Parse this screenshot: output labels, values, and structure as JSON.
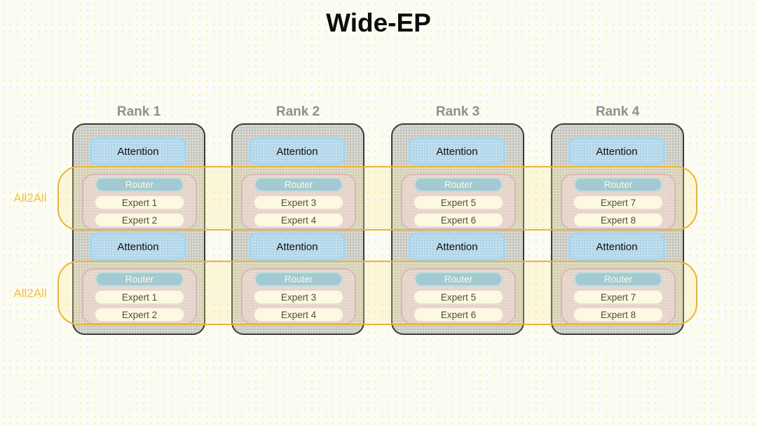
{
  "title": "Wide-EP",
  "all2all": {
    "labels": [
      "All2All",
      "All2All"
    ]
  },
  "ranks": [
    {
      "label": "Rank 1",
      "layers": [
        {
          "attention": "Attention",
          "router": "Router",
          "experts": [
            "Expert 1",
            "Expert 2"
          ]
        },
        {
          "attention": "Attention",
          "router": "Router",
          "experts": [
            "Expert 1",
            "Expert 2"
          ]
        }
      ]
    },
    {
      "label": "Rank 2",
      "layers": [
        {
          "attention": "Attention",
          "router": "Router",
          "experts": [
            "Expert 3",
            "Expert 4"
          ]
        },
        {
          "attention": "Attention",
          "router": "Router",
          "experts": [
            "Expert 3",
            "Expert 4"
          ]
        }
      ]
    },
    {
      "label": "Rank 3",
      "layers": [
        {
          "attention": "Attention",
          "router": "Router",
          "experts": [
            "Expert 5",
            "Expert 6"
          ]
        },
        {
          "attention": "Attention",
          "router": "Router",
          "experts": [
            "Expert 5",
            "Expert 6"
          ]
        }
      ]
    },
    {
      "label": "Rank 4",
      "layers": [
        {
          "attention": "Attention",
          "router": "Router",
          "experts": [
            "Expert 7",
            "Expert 8"
          ]
        },
        {
          "attention": "Attention",
          "router": "Router",
          "experts": [
            "Expert 7",
            "Expert 8"
          ]
        }
      ]
    }
  ],
  "colors": {
    "band_border": "#e8b43c",
    "band_fill": "rgba(252,233,146,0.27)",
    "all2all_text": "#f3bd48",
    "attention_fill": "#b2d6e9",
    "attention_border": "#9fd9f7",
    "router_fill": "#83bde9",
    "router_border": "#aadcf7",
    "moe_container_fill": "#dccbdf",
    "moe_container_border": "#c9a7cd",
    "expert_fill": "#fefefe",
    "rank_box_fill": "#c9c9c2",
    "rank_box_border": "#3a3a3a",
    "rank_label_text": "#8f8f8f",
    "title_text": "#0d0d0d"
  }
}
